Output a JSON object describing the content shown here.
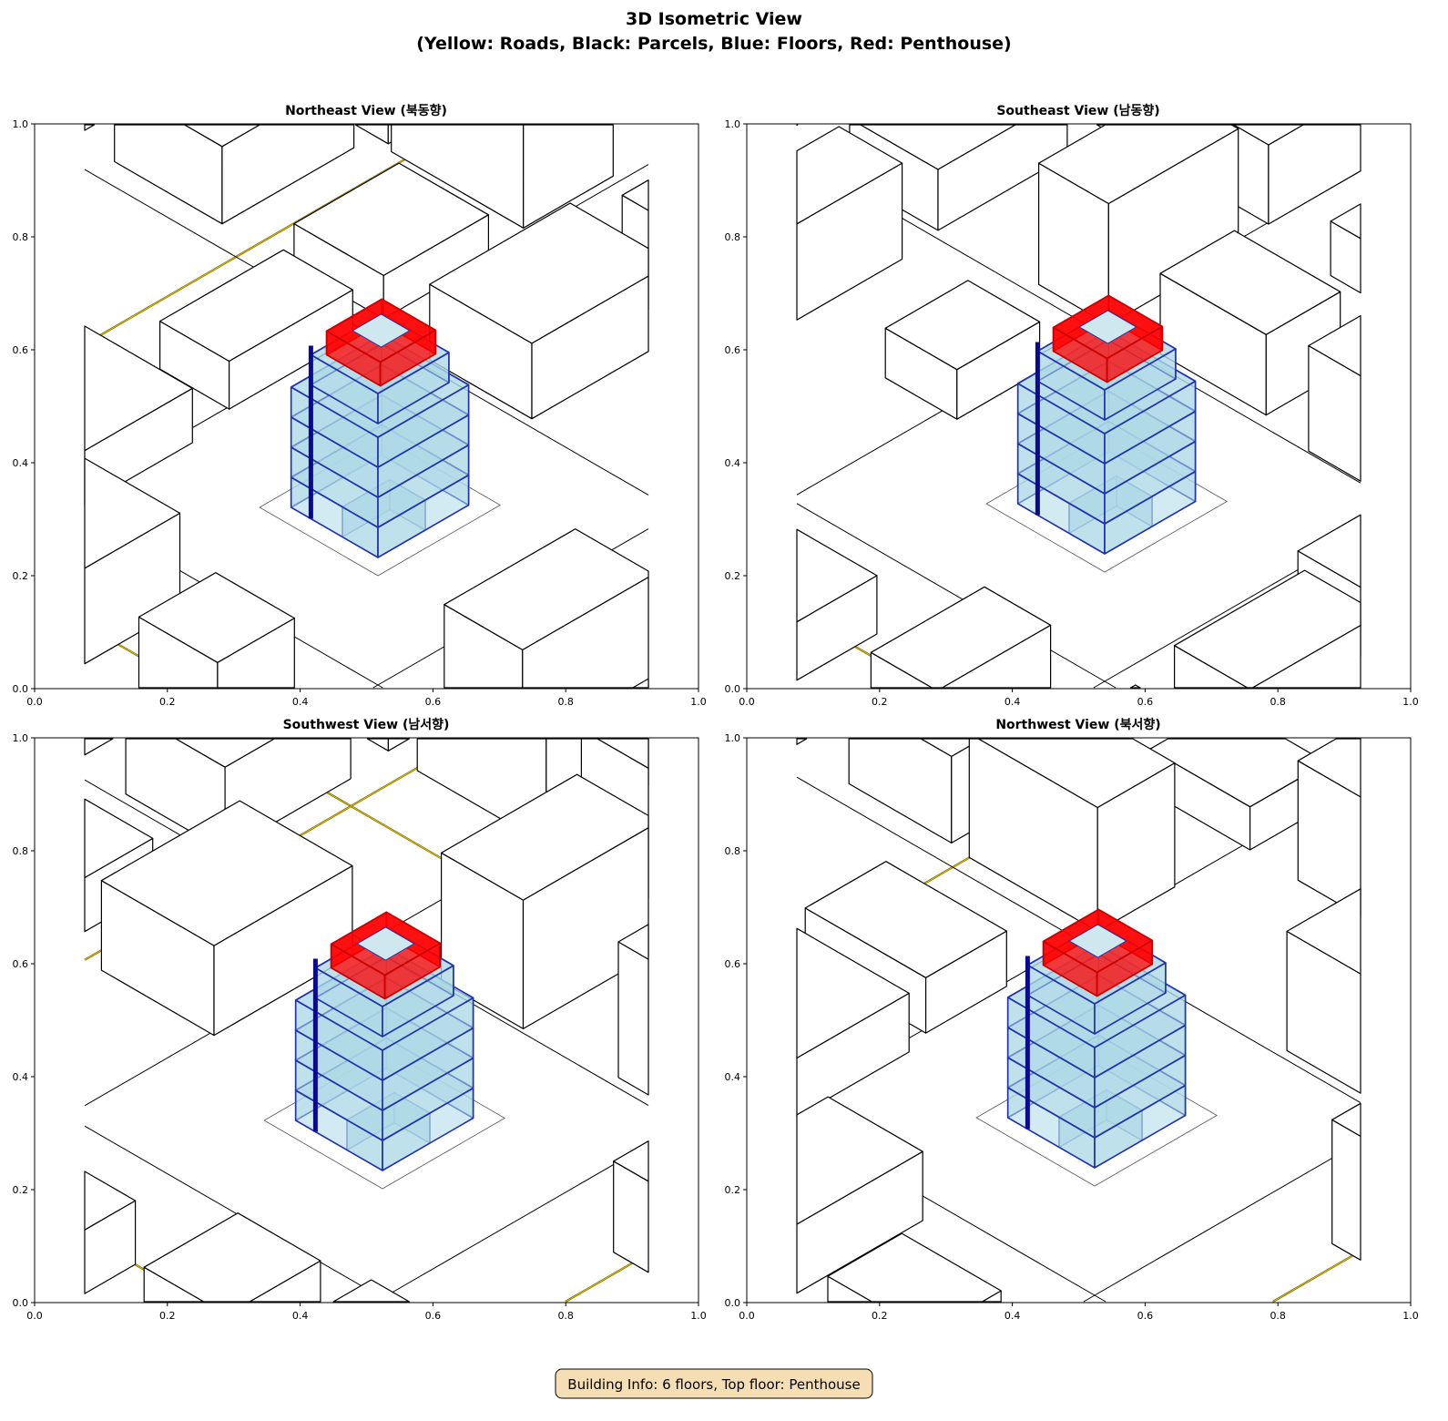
{
  "figure": {
    "title_line1": "3D Isometric View",
    "title_line2": "(Yellow: Roads, Black: Parcels, Blue: Floors, Red: Penthouse)"
  },
  "panels": [
    {
      "title": "Northeast View (북동향)"
    },
    {
      "title": "Southeast View (남동향)"
    },
    {
      "title": "Southwest View (남서향)"
    },
    {
      "title": "Northwest View (북서향)"
    }
  ],
  "axes": {
    "xticks": [
      "0.0",
      "0.2",
      "0.4",
      "0.6",
      "0.8",
      "1.0"
    ],
    "yticks": [
      "0.0",
      "0.2",
      "0.4",
      "0.6",
      "0.8",
      "1.0"
    ],
    "range": [
      0,
      1
    ]
  },
  "building": {
    "floors": 6,
    "top_floor": "Penthouse"
  },
  "info_box": {
    "text": "Building Info: 6 floors, Top floor: Penthouse"
  },
  "colors": {
    "roads": "#e6c200",
    "parcels": "#000000",
    "floors": "#add8e6",
    "floor_edges": "#2233aa",
    "penthouse": "#ff0000",
    "info_bg": "#f5deb3"
  }
}
